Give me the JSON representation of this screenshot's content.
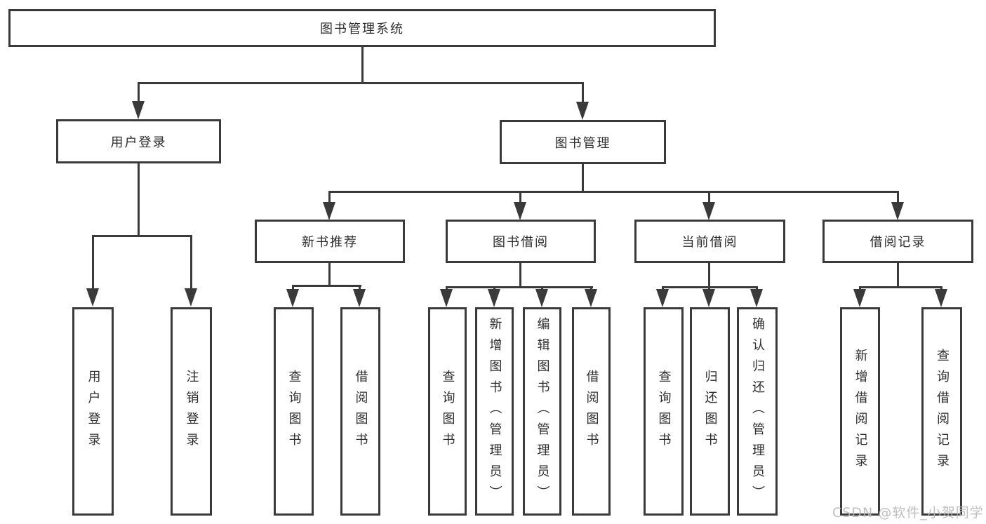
{
  "diagram": {
    "root": {
      "label": "图书管理系统"
    },
    "branches": [
      {
        "label": "用户登录",
        "children": [
          {
            "label": "用户登录"
          },
          {
            "label": "注销登录"
          }
        ]
      },
      {
        "label": "图书管理",
        "children": [
          {
            "label": "新书推荐",
            "children": [
              {
                "label": "查询图书"
              },
              {
                "label": "借阅图书"
              }
            ]
          },
          {
            "label": "图书借阅",
            "children": [
              {
                "label": "查询图书"
              },
              {
                "label": "新增图书（管理员）"
              },
              {
                "label": "编辑图书（管理员）"
              },
              {
                "label": "借阅图书"
              }
            ]
          },
          {
            "label": "当前借阅",
            "children": [
              {
                "label": "查询图书"
              },
              {
                "label": "归还图书"
              },
              {
                "label": "确认归还（管理员）"
              }
            ]
          },
          {
            "label": "借阅记录",
            "children": [
              {
                "label": "新增借阅记录"
              },
              {
                "label": "查询借阅记录"
              }
            ]
          }
        ]
      }
    ],
    "colors": {
      "line": "#3a3a3a",
      "box_border": "#3a3a3a",
      "box_fill": "#ffffff",
      "text": "#2d2d2d",
      "watermark": "#b9b9b9"
    }
  },
  "watermark": {
    "text": "CSDN @软件_小贺同学"
  }
}
